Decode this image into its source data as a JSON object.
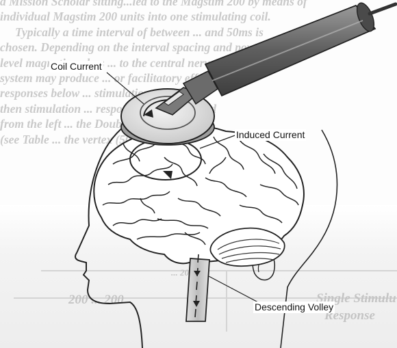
{
  "labels": {
    "coil_current": "Coil Current",
    "induced_current": "Induced Current",
    "descending_volley": "Descending Volley"
  },
  "background_text": {
    "lines": [
      "a Mission Scholar sitting...led to the Magstim 200 by means of",
      "individual Magstim 200 units into one stimulating coil.",
      "Typically a time interval of between ... and 50ms is",
      "chosen. Depending on the interval spacing and power",
      "level magnetic pulses ... to the central nervous",
      "system may produce ... or facilitatory effects. T",
      "responses below ... stimulation ... pulse pa",
      "then stimulation ... responses were recorded",
      "from the left ... the Double Cone Co",
      "(see Table ... the vertex (50% pow"
    ],
    "table_left": "200 ... 200",
    "table_right_top": "Single Stimulu",
    "table_right_bottom": "Response",
    "table_mid": "... 200"
  }
}
